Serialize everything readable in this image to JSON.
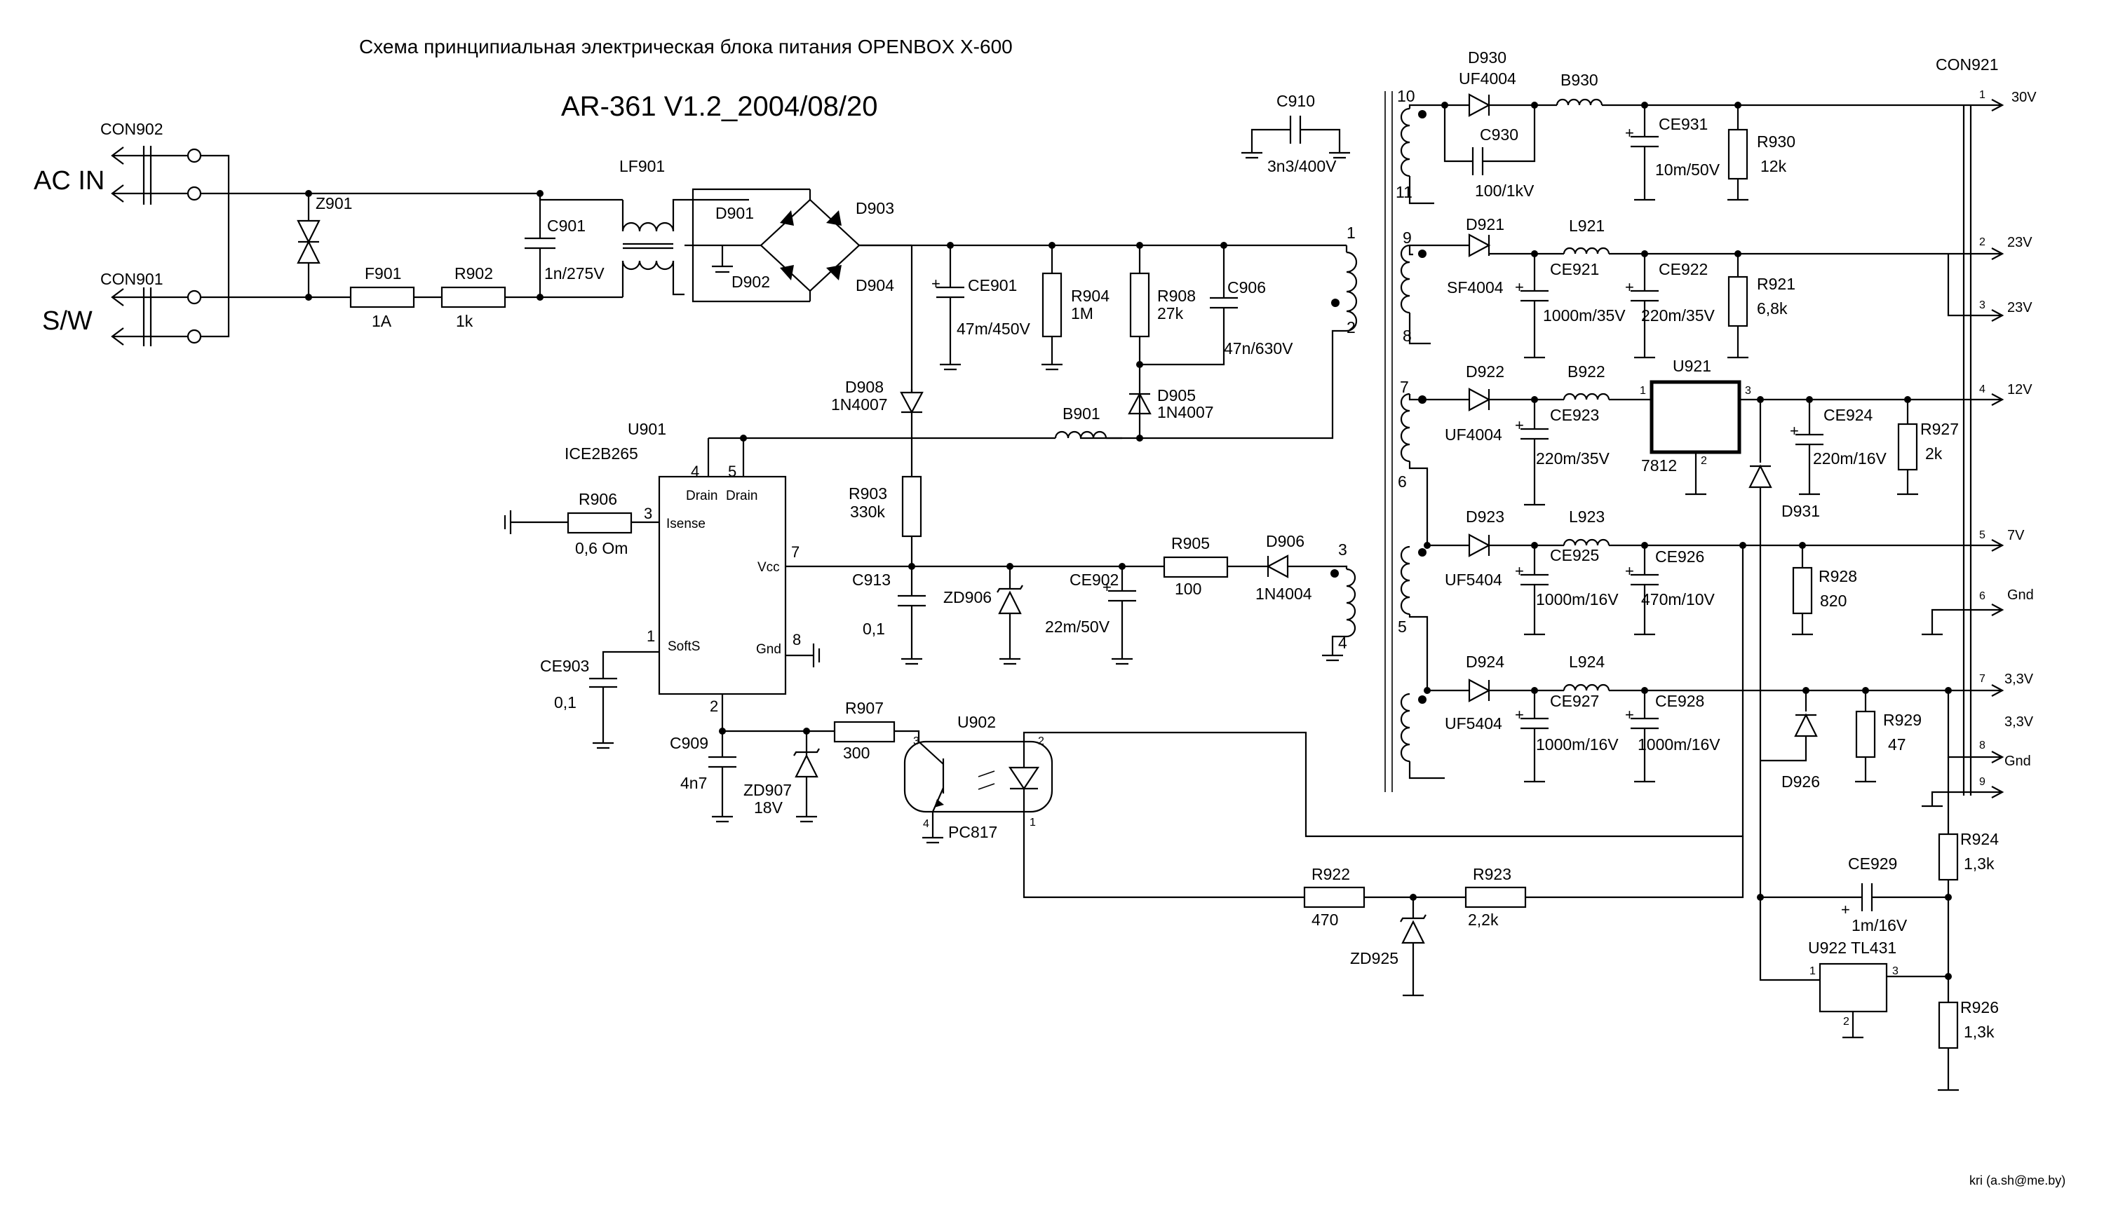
{
  "title": "Схема принципиальная электрическая блока питания OPENBOX X-600",
  "subtitle": "AR-361 V1.2_2004/08/20",
  "author": "kri (a.sh@me.by)",
  "labels": {
    "ac_in": "AC IN",
    "sw": "S/W",
    "con902": "CON902",
    "con901": "CON901",
    "con921": "CON921",
    "z901": "Z901",
    "f901": "F901",
    "f901_val": "1A",
    "r902": "R902",
    "r902_val": "1k",
    "c901": "C901",
    "c901_val": "1n/275V",
    "lf901": "LF901",
    "d901": "D901",
    "d902": "D902",
    "d903": "D903",
    "d904": "D904",
    "ce901": "CE901",
    "ce901_val": "47m/450V",
    "r904": "R904",
    "r904_val": "1M",
    "r908": "R908",
    "r908_val": "27k",
    "c906": "C906",
    "c906_val": "47n/630V",
    "d905": "D905",
    "d905_val": "1N4007",
    "c910": "C910",
    "c910_val": "3n3/400V",
    "d908": "D908",
    "d908_val": "1N4007",
    "b901": "B901",
    "u901": "U901",
    "u901_val": "ICE2B265",
    "pin_drain": "Drain",
    "pin_isense": "Isense",
    "pin_vcc": "Vcc",
    "pin_softs": "SoftS",
    "pin_gnd": "Gnd",
    "r906": "R906",
    "r906_val": "0,6 Om",
    "r903": "R903",
    "r903_val": "330k",
    "c913": "C913",
    "c913_val": "0,1",
    "zd906": "ZD906",
    "ce902": "CE902",
    "ce902_val": "22m/50V",
    "r905": "R905",
    "r905_val": "100",
    "d906": "D906",
    "d906_val": "1N4004",
    "ce903": "CE903",
    "ce903_val": "0,1",
    "c909": "C909",
    "c909_val": "4n7",
    "zd907": "ZD907",
    "zd907_val": "18V",
    "r907": "R907",
    "r907_val": "300",
    "u902": "U902",
    "u902_val": "PC817",
    "r922": "R922",
    "r922_val": "470",
    "r923": "R923",
    "r923_val": "2,2k",
    "zd925": "ZD925",
    "d930": "D930",
    "d930_val": "UF4004",
    "c930": "C930",
    "c930_val": "100/1kV",
    "b930": "B930",
    "ce931": "CE931",
    "ce931_val": "10m/50V",
    "r930": "R930",
    "r930_val": "12k",
    "d921": "D921",
    "d921_val": "SF4004",
    "l921": "L921",
    "ce921": "CE921",
    "ce921_val": "1000m/35V",
    "ce922": "CE922",
    "ce922_val": "220m/35V",
    "r921": "R921",
    "r921_val": "6,8k",
    "d922": "D922",
    "d922_val": "UF4004",
    "b922": "B922",
    "ce923": "CE923",
    "ce923_val": "220m/35V",
    "u921": "U921",
    "u921_val": "7812",
    "ce924": "CE924",
    "ce924_val": "220m/16V",
    "r927": "R927",
    "r927_val": "2k",
    "d931": "D931",
    "d923": "D923",
    "d923_val": "UF5404",
    "l923": "L923",
    "ce925": "CE925",
    "ce925_val": "1000m/16V",
    "ce926": "CE926",
    "ce926_val": "470m/10V",
    "r928": "R928",
    "r928_val": "820",
    "d924": "D924",
    "d924_val": "UF5404",
    "l924": "L924",
    "ce927": "CE927",
    "ce927_val": "1000m/16V",
    "ce928": "CE928",
    "ce928_val": "1000m/16V",
    "r929": "R929",
    "r929_val": "47",
    "d926": "D926",
    "r924": "R924",
    "r924_val": "1,3k",
    "ce929": "CE929",
    "ce929_val": "1m/16V",
    "u922": "U922 TL431",
    "r926": "R926",
    "r926_val": "1,3k"
  },
  "pins": {
    "p1": "1",
    "p2": "2",
    "p3": "3",
    "p4": "4",
    "p5": "5",
    "p6": "6",
    "p7": "7",
    "p8": "8",
    "p9": "9",
    "p10": "10",
    "p11": "11"
  },
  "outputs": [
    "30V",
    "23V",
    "23V",
    "12V",
    "7V",
    "Gnd",
    "3,3V",
    "3,3V",
    "Gnd"
  ]
}
